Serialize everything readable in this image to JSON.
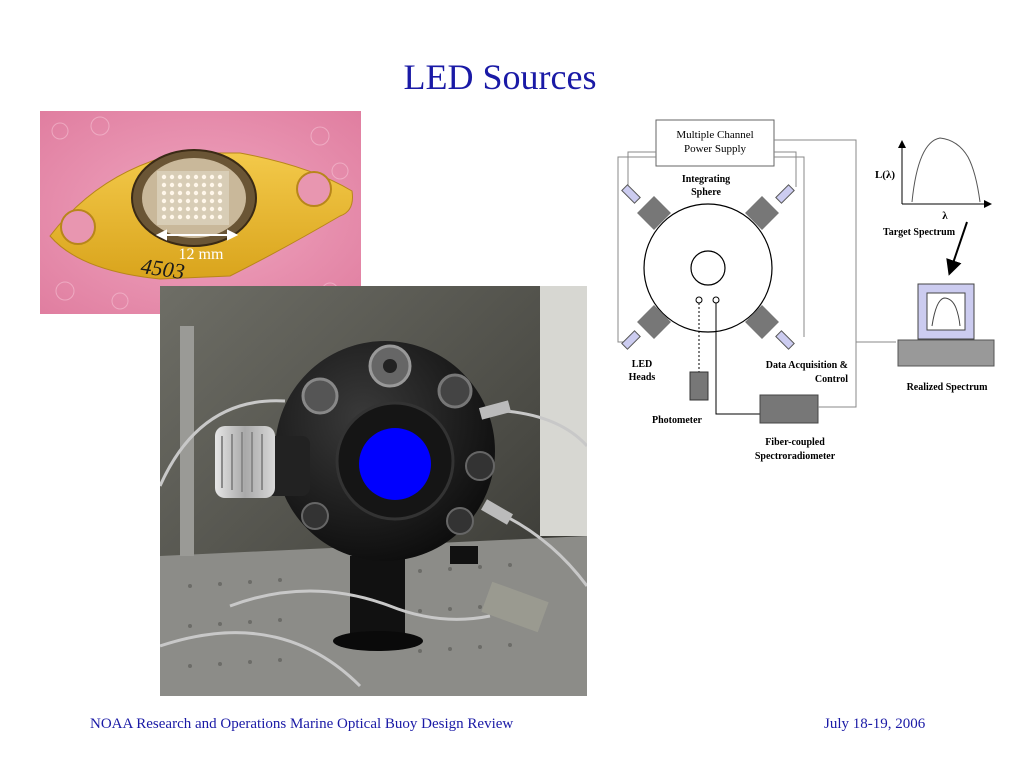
{
  "slide": {
    "title": "LED Sources",
    "footer_left": "NOAA Research and Operations Marine Optical Buoy Design Review",
    "footer_right": "July 18-19, 2006"
  },
  "photo_led_chip": {
    "scale_label": "12 mm",
    "handwritten_text": "4503"
  },
  "diagram": {
    "power_supply": [
      "Multiple Channel",
      "Power Supply"
    ],
    "integrating_sphere": [
      "Integrating",
      "Sphere"
    ],
    "led_heads": [
      "LED",
      "Heads"
    ],
    "photometer": "Photometer",
    "data_acquisition": [
      "Data Acquisition &",
      "Control"
    ],
    "spectroradiometer": [
      "Fiber-coupled",
      "Spectroradiometer"
    ],
    "target_spectrum": "Target Spectrum",
    "realized_spectrum": "Realized Spectrum",
    "y_axis_label": "L(λ)",
    "x_axis_label": "λ"
  },
  "colors": {
    "title": "#1a1aa6",
    "sphere_port": "#0000ff",
    "pink_background": "#e896b0"
  }
}
